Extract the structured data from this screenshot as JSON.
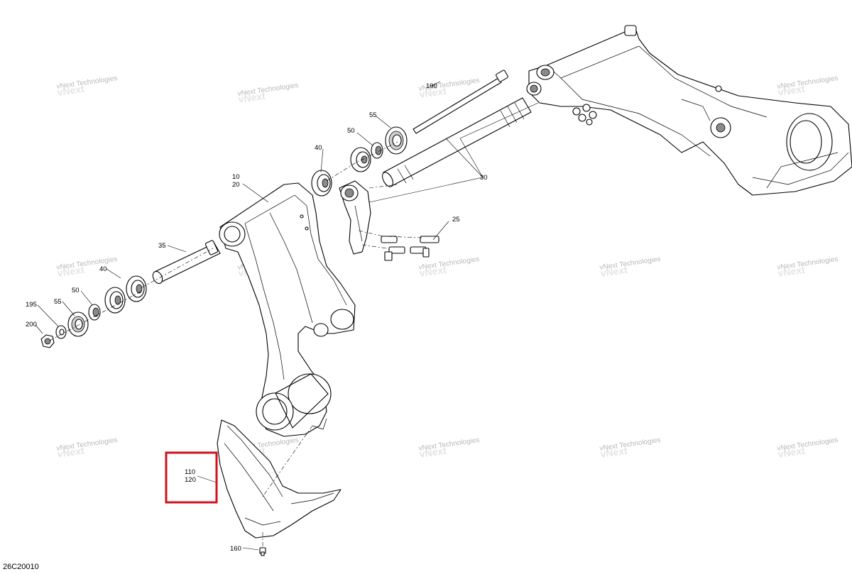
{
  "diagram_code": "26C20010",
  "watermark": "vNext Technologies",
  "callouts": {
    "c10": "10",
    "c20": "20",
    "c30": "30",
    "c35": "35",
    "c40": "40",
    "c50a": "50",
    "c55a": "55",
    "c190": "190",
    "c25": "25",
    "c40b": "40",
    "c50b": "50",
    "c55b": "55",
    "c195": "195",
    "c200": "200",
    "c110": "110",
    "c120": "120",
    "c160": "160"
  },
  "colors": {
    "highlight": "#d0121b",
    "line": "#000000",
    "watermark": "#b8b8b8"
  }
}
